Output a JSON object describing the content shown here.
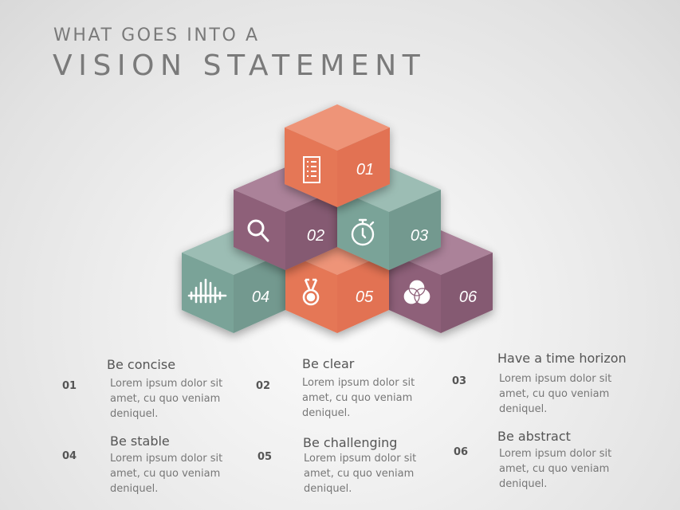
{
  "title": {
    "line1": "WHAT GOES INTO A",
    "line2": "VISION STATEMENT"
  },
  "colors": {
    "orange": "#e57756",
    "purple": "#8e6079",
    "teal": "#7aa398",
    "title_text": "#7a7a7a",
    "heading_text": "#555555",
    "body_text": "#777777"
  },
  "cubes": [
    {
      "number": "01",
      "color": "orange",
      "icon": "checklist-icon"
    },
    {
      "number": "02",
      "color": "purple",
      "icon": "search-icon"
    },
    {
      "number": "03",
      "color": "teal",
      "icon": "stopwatch-icon"
    },
    {
      "number": "04",
      "color": "teal",
      "icon": "waveform-icon"
    },
    {
      "number": "05",
      "color": "orange",
      "icon": "medal-icon"
    },
    {
      "number": "06",
      "color": "purple",
      "icon": "venn-circles-icon"
    }
  ],
  "items": [
    {
      "number": "01",
      "heading": "Be concise",
      "text": "Lorem ipsum dolor sit amet, cu quo veniam deniquel."
    },
    {
      "number": "02",
      "heading": "Be clear",
      "text": "Lorem ipsum dolor sit amet, cu quo veniam deniquel."
    },
    {
      "number": "03",
      "heading": "Have a time horizon",
      "text": "Lorem ipsum dolor sit amet, cu quo veniam deniquel."
    },
    {
      "number": "04",
      "heading": "Be stable",
      "text": "Lorem ipsum dolor sit amet, cu quo veniam deniquel."
    },
    {
      "number": "05",
      "heading": "Be challenging",
      "text": "Lorem ipsum dolor sit amet, cu quo veniam deniquel."
    },
    {
      "number": "06",
      "heading": "Be abstract",
      "text": "Lorem ipsum dolor sit amet, cu quo veniam deniquel."
    }
  ]
}
